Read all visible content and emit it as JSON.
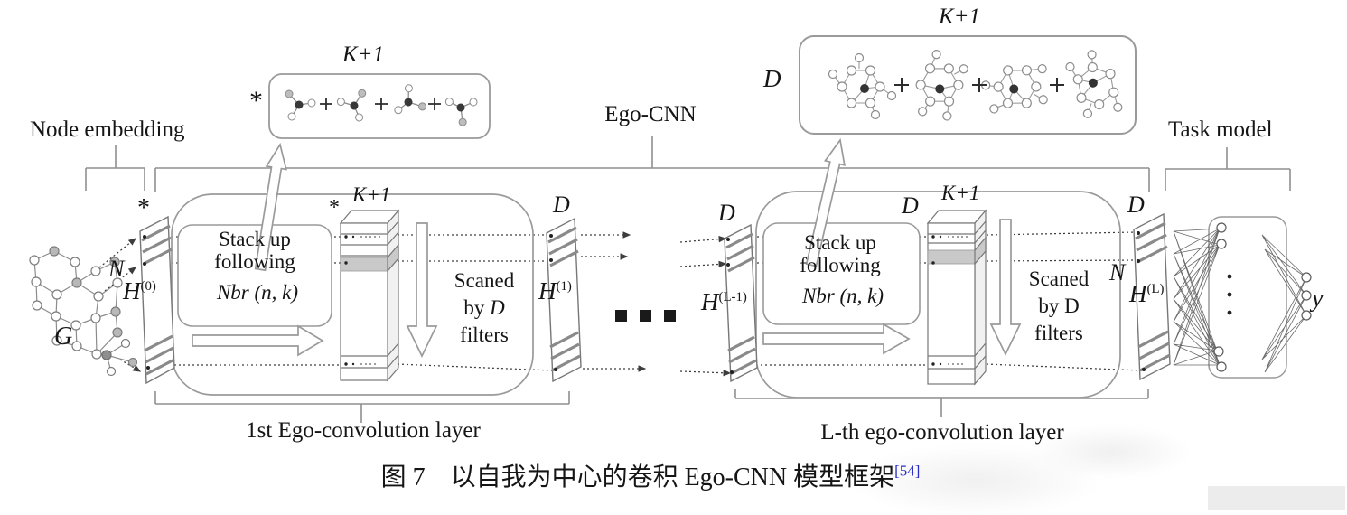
{
  "colors": {
    "line_gray": "#949494",
    "dark_line": "#555555",
    "text": "#151515",
    "ref_blue": "#2a2ac8",
    "slab_gray": "#c9c9c9"
  },
  "header": {
    "node_embedding": "Node embedding",
    "ego_cnn": "Ego-CNN",
    "task_model": "Task model"
  },
  "left": {
    "graph_label": "G",
    "star": "*",
    "n_dim": "N",
    "h_base": "H",
    "h_sup": "(0)"
  },
  "filter_box_small": {
    "star": "*",
    "k_label": "K+1"
  },
  "filter_box_large": {
    "d_label": "D",
    "k_label": "K+1"
  },
  "layer1": {
    "stack_line1": "Stack up",
    "stack_line2": "following",
    "nbr": "Nbr (n, k)",
    "col_star": "*",
    "col_k": "K+1",
    "scan_line1": "Scaned",
    "scan_by": "by",
    "scan_d": "D",
    "scan_line3": "filters",
    "out_d": "D",
    "out_h_base": "H",
    "out_h_sup": "(1)",
    "caption": "1st Ego-convolution layer"
  },
  "layerL": {
    "in_d": "D",
    "in_h_base": "H",
    "in_h_sup": "(L-1)",
    "stack_line1": "Stack up",
    "stack_line2": "following",
    "nbr": "Nbr (n, k)",
    "col_d": "D",
    "col_k": "K+1",
    "scan_line1": "Scaned",
    "scan_by": "by",
    "scan_d": "D",
    "scan_line3": "filters",
    "out_d": "D",
    "out_n": "N",
    "out_h_base": "H",
    "out_h_sup": "(L)",
    "caption": "L-th ego-convolution layer"
  },
  "task": {
    "y_out": "y"
  },
  "figure": {
    "caption": "图 7　以自我为中心的卷积 Ego-CNN 模型框架",
    "ref": "[54]"
  }
}
